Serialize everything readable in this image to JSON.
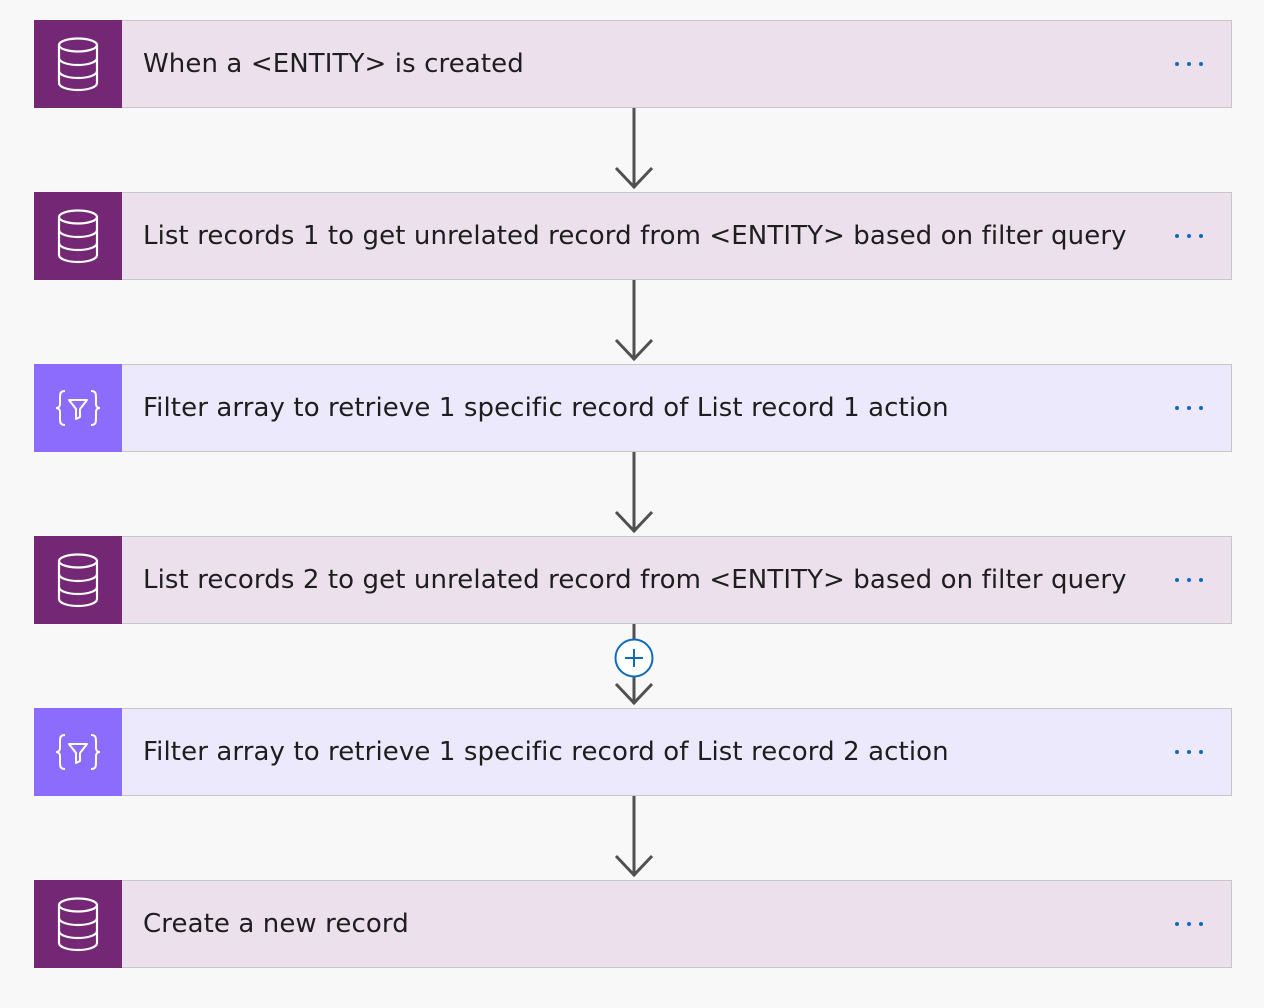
{
  "flow": {
    "steps": [
      {
        "type": "db",
        "icon": "database-icon",
        "title": "When a <ENTITY> is created"
      },
      {
        "type": "db",
        "icon": "database-icon",
        "title": "List records 1 to get unrelated record from <ENTITY> based on filter query"
      },
      {
        "type": "filter",
        "icon": "filter-array-icon",
        "title": "Filter array to retrieve 1 specific record of List record 1 action"
      },
      {
        "type": "db",
        "icon": "database-icon",
        "title": "List records 2 to get unrelated record from <ENTITY> based on filter query"
      },
      {
        "type": "filter",
        "icon": "filter-array-icon",
        "title": "Filter array to retrieve 1 specific record of List record 2 action"
      },
      {
        "type": "db",
        "icon": "database-icon",
        "title": "Create a new record"
      }
    ],
    "more_icon": "ellipsis-icon",
    "insert_icon": "plus-circle-icon"
  },
  "colors": {
    "db_accent": "#742774",
    "db_card": "#ebe0eb",
    "filter_accent": "#8c6cfd",
    "filter_card": "#ece9fc",
    "connector": "#505050",
    "link": "#0f6cbd",
    "canvas": "#f8f8f8"
  }
}
